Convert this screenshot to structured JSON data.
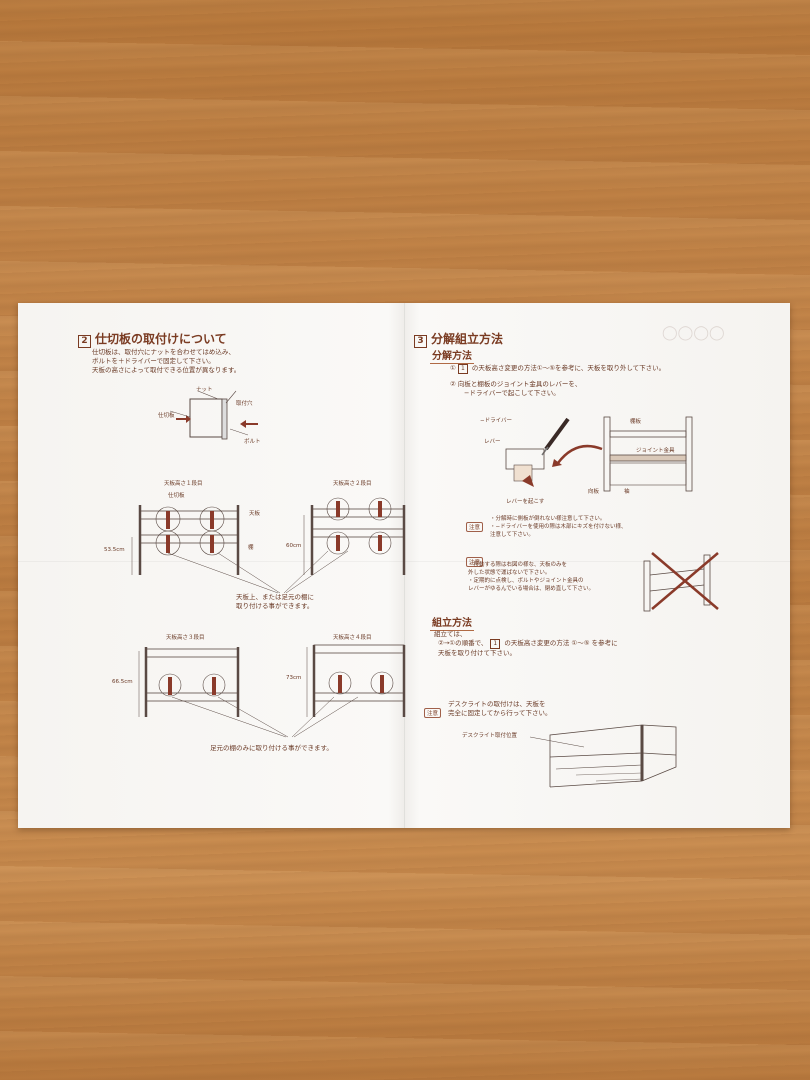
{
  "left": {
    "section_num": "2",
    "title": "仕切板の取付けについて",
    "intro": [
      "仕切板は、取付穴にナットを合わせてはめ込み、",
      "ボルトを＋ドライバーで固定して下さい。",
      "天板の高さによって取付できる位置が異なります。"
    ],
    "parts": {
      "nut": "ナット",
      "partition": "仕切板",
      "hole": "取付穴",
      "bolt": "ボルト"
    },
    "diagram_labels": {
      "partition": "仕切板",
      "top": "天板",
      "shelf": "棚"
    },
    "heights": [
      {
        "label": "天板高さ１段目",
        "dim": "53.5cm"
      },
      {
        "label": "天板高さ２段目",
        "dim": "60cm"
      },
      {
        "label": "天板高さ３段目",
        "dim": "66.5cm"
      },
      {
        "label": "天板高さ４段目",
        "dim": "73cm"
      }
    ],
    "note_upper": [
      "天板上、または足元の棚に",
      "取り付ける事ができます。"
    ],
    "note_lower": "足元の棚のみに取り付ける事ができます。"
  },
  "right": {
    "section_num": "3",
    "title": "分解組立方法",
    "disassembly": {
      "heading": "分解方法",
      "step1_prefix": "①",
      "step1_box": "1",
      "step1": "の天板高さ変更の方法①〜⑤を参考に、天板を取り外して下さい。",
      "step2": [
        "②  向板と棚板のジョイント金具のレバーを、",
        "−ドライバーで起こして下さい。"
      ],
      "labels": {
        "driver": "−ドライバー",
        "lever": "レバー",
        "shelf": "棚板",
        "joint": "ジョイント金具",
        "front": "向板",
        "side": "袖",
        "raise": "レバーを起こす"
      },
      "note_tag": "注意",
      "note1": [
        "・分解時に側板が倒れない様注意して下さい。",
        "・−ドライバーを使用の際は木部にキズを付けない様、",
        "  注意して下さい。"
      ],
      "note2": [
        "・移動する際は右図の様な、天板のみを",
        "  外した状態で運ばないで下さい。",
        "・定期的に点検し、ボルトやジョイント金具の",
        "  レバーがゆるんでいる場合は、閉め直して下さい。"
      ]
    },
    "assembly": {
      "heading": "組立方法",
      "lines": [
        "組立ては、",
        "②→①の順番で、",
        "の天板高さ変更の方法 ①〜⑤ を参考に",
        "天板を取り付けて下さい。"
      ],
      "box": "1"
    },
    "lamp_note": [
      "デスクライトの取付けは、天板を",
      "完全に固定してから行って下さい。"
    ],
    "lamp_label": "デスクライト取付位置"
  }
}
